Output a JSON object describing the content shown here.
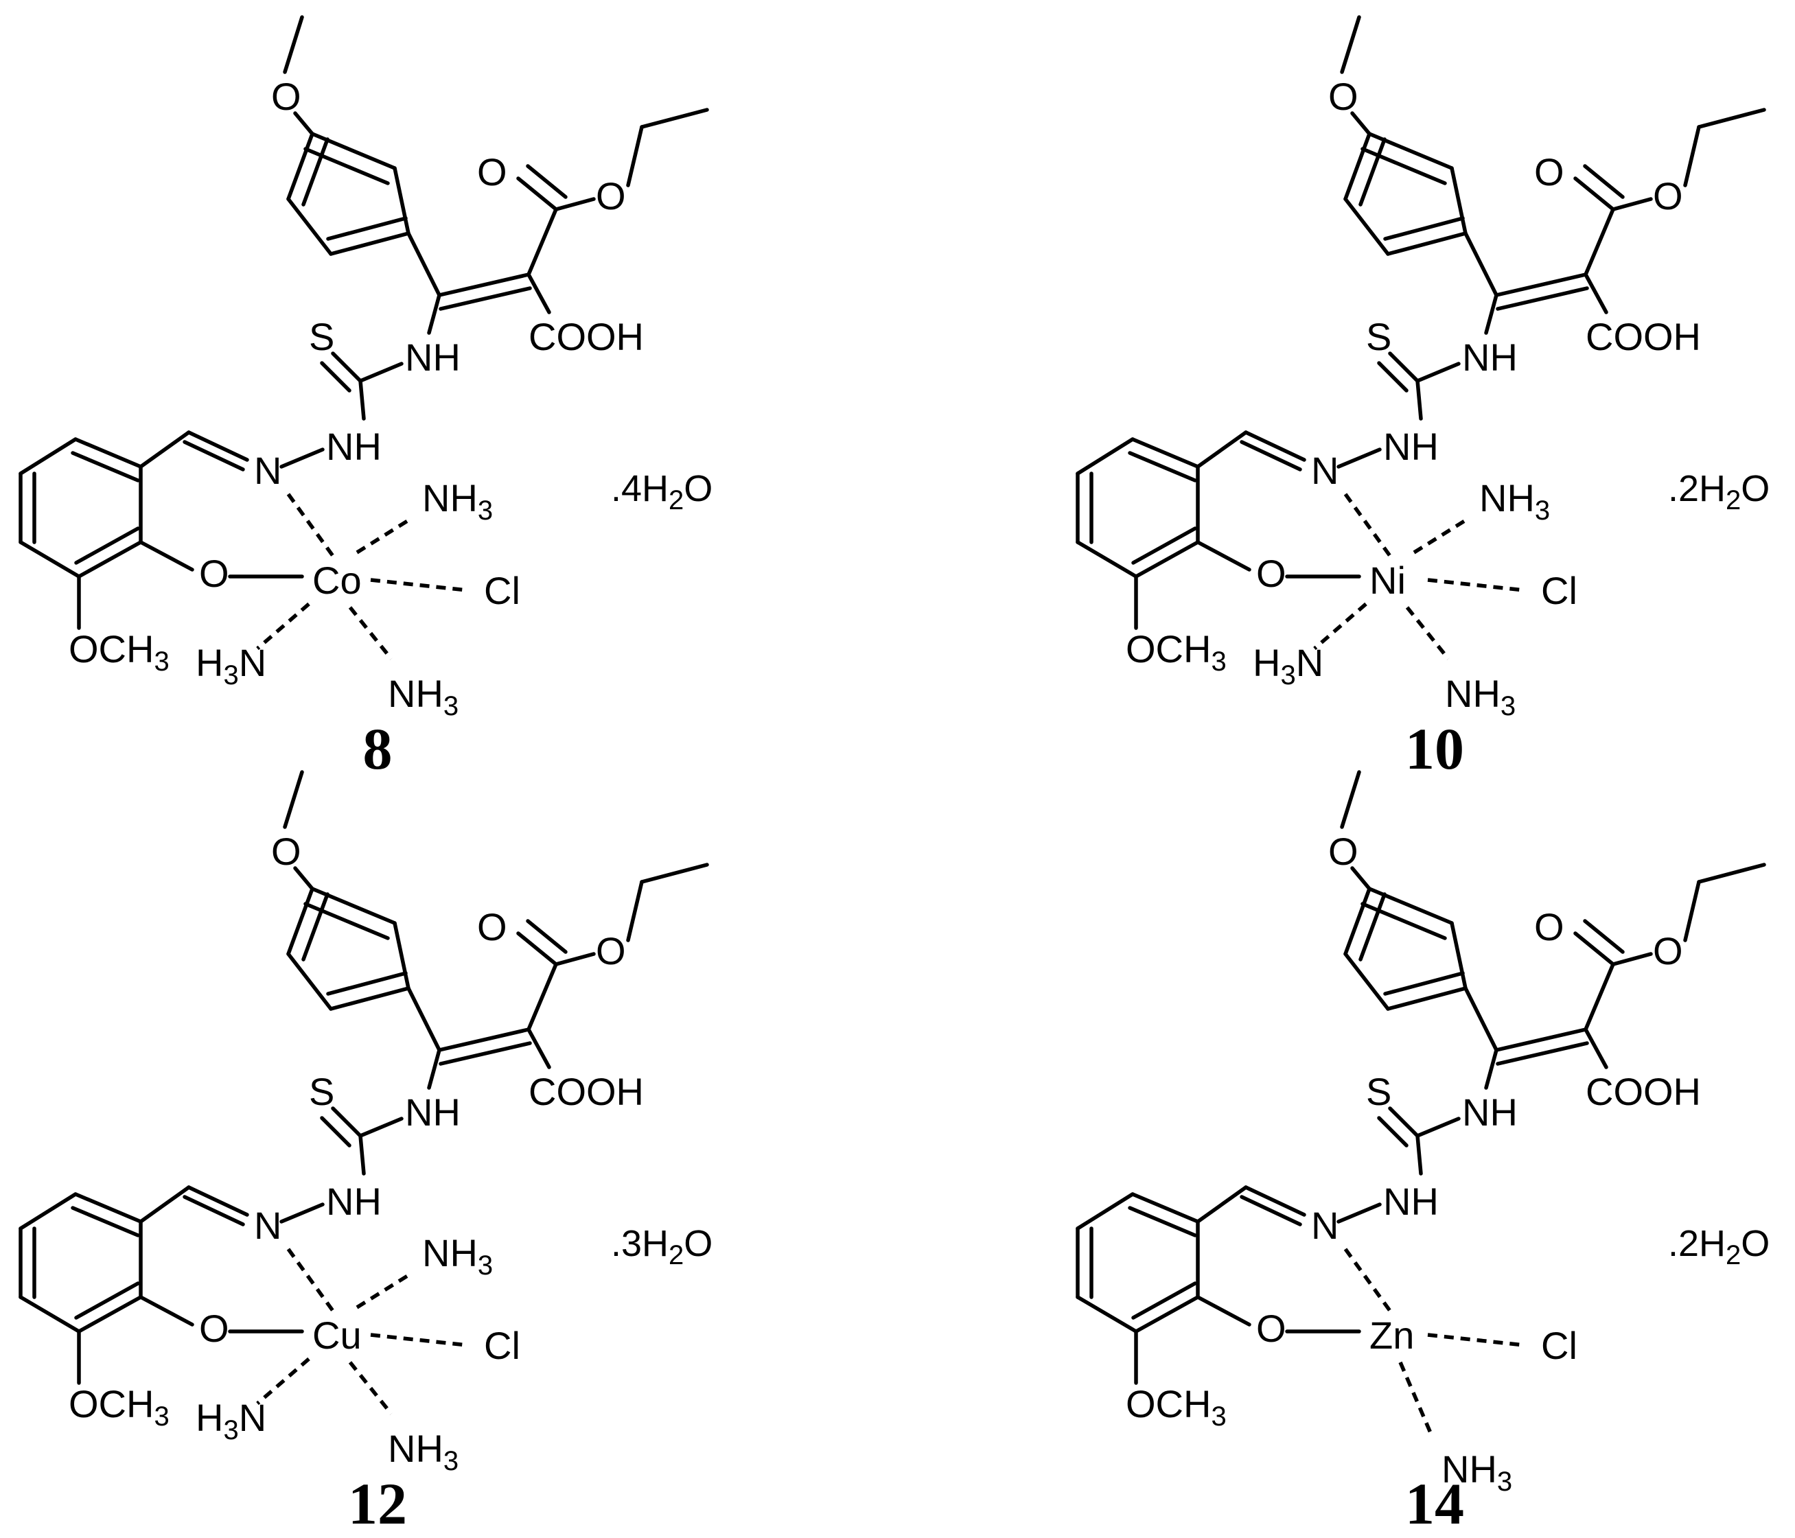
{
  "labels": {
    "cooh": "COOH",
    "nh": "NH",
    "s": "S",
    "o": "O",
    "n": "N",
    "och3_main": "OCH",
    "och3_sub": "3",
    "nh3_main": "NH",
    "nh3_sub": "3",
    "h3n_h": "H",
    "h3n_sub": "3",
    "h3n_n": "N",
    "cl": "Cl"
  },
  "complexes": [
    {
      "compound_number": "8",
      "metal": "Co",
      "hydrate_prefix": ".4H",
      "hydrate_sub": "2",
      "hydrate_suffix": "O",
      "ammine_count": 3
    },
    {
      "compound_number": "10",
      "metal": "Ni",
      "hydrate_prefix": ".2H",
      "hydrate_sub": "2",
      "hydrate_suffix": "O",
      "ammine_count": 3
    },
    {
      "compound_number": "12",
      "metal": "Cu",
      "hydrate_prefix": ".3H",
      "hydrate_sub": "2",
      "hydrate_suffix": "O",
      "ammine_count": 3
    },
    {
      "compound_number": "14",
      "metal": "Zn",
      "hydrate_prefix": ".2H",
      "hydrate_sub": "2",
      "hydrate_suffix": "O",
      "ammine_count": 1
    }
  ]
}
